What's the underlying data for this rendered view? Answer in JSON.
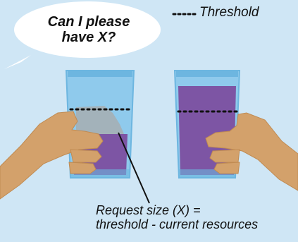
{
  "bubble": {
    "line1": "Can I please",
    "line2": "have X?"
  },
  "legend": {
    "label": "Threshold",
    "line_style": "dotted"
  },
  "caption": {
    "line1": "Request size (X) =",
    "line2": "threshold - current resources"
  },
  "colors": {
    "background": "#cfe6f5",
    "glass": "#6db6e0",
    "liquid": "#7d55a4",
    "skin": "#d3a16b",
    "bubble": "#ffffff",
    "request_region": "#a9a9a9"
  }
}
